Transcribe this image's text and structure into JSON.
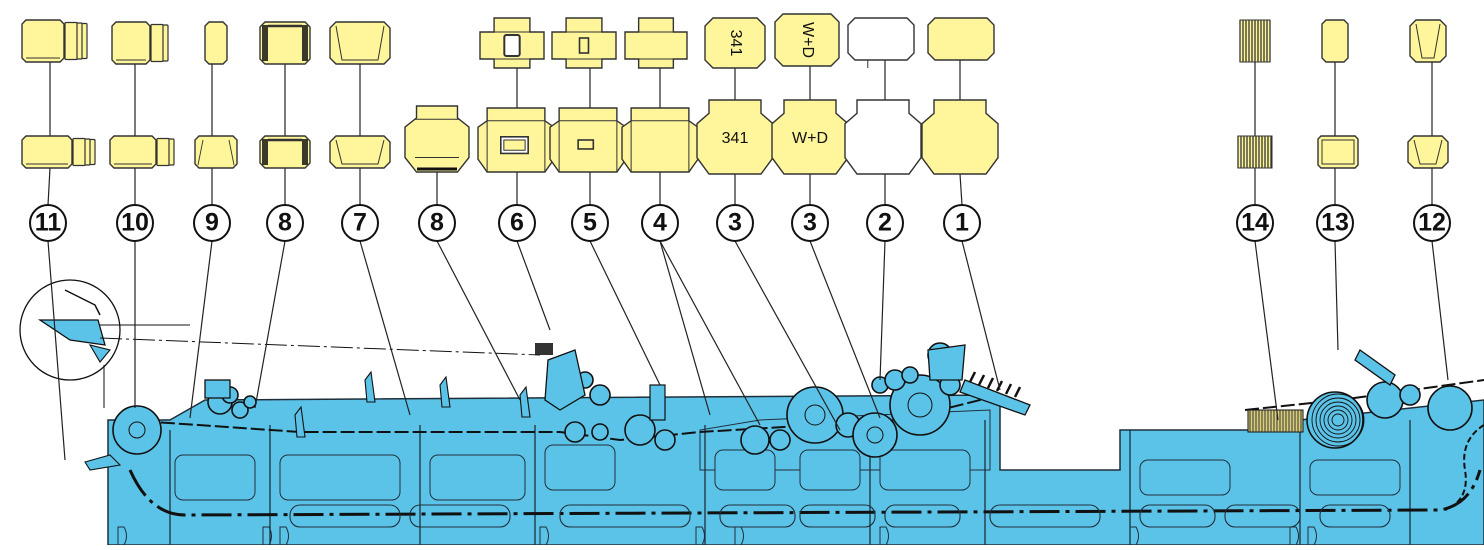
{
  "colors": {
    "envelope_fill": "#fff59a",
    "envelope_stroke": "#333333",
    "machine_fill": "#5cc3e8",
    "machine_stroke": "#1f2f3a",
    "line": "#222222"
  },
  "stations": [
    {
      "number": "11",
      "product": "stacked-envelopes"
    },
    {
      "number": "10",
      "product": "stacked-envelopes"
    },
    {
      "number": "9",
      "product": "closed-envelope"
    },
    {
      "number": "8",
      "product": "glued-envelope"
    },
    {
      "number": "7",
      "product": "folded-envelope"
    },
    {
      "number": "8",
      "product": "gummed-flap"
    },
    {
      "number": "6",
      "product": "window-with-film"
    },
    {
      "number": "5",
      "product": "window-cut"
    },
    {
      "number": "4",
      "product": "creased-blank"
    },
    {
      "number": "3",
      "product": "printed-blank",
      "print_text": "341"
    },
    {
      "number": "3",
      "product": "printed-blank",
      "print_text": "W+D"
    },
    {
      "number": "2",
      "product": "plain-blank"
    },
    {
      "number": "1",
      "product": "cut-blank"
    },
    {
      "number": "14",
      "product": "envelope-stack"
    },
    {
      "number": "13",
      "product": "single-envelope"
    },
    {
      "number": "12",
      "product": "folded-envelope"
    }
  ]
}
